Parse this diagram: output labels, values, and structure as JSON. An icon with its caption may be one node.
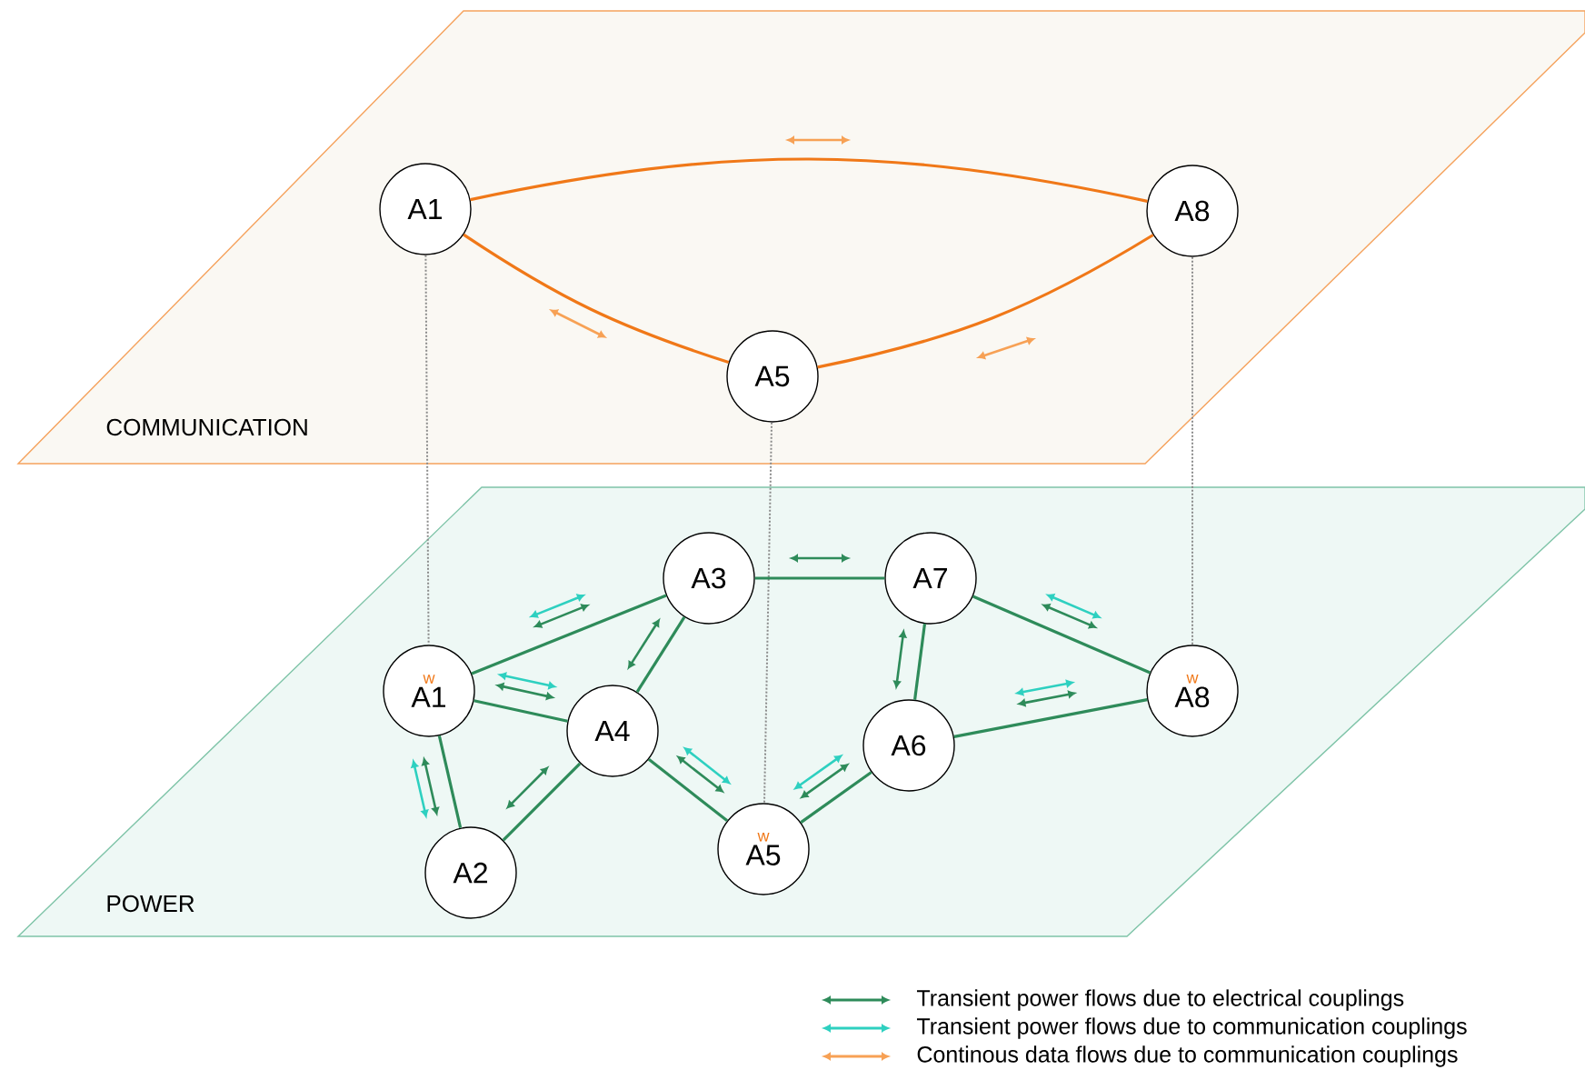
{
  "diagram": {
    "nodes": [
      {
        "text": [
          "COMMUNICATION"
        ]
      },
      {
        "text": [
          "A1"
        ],
        "in": 0
      },
      {
        "text": [
          "A8"
        ],
        "in": 0
      },
      {
        "text": [
          "A5"
        ],
        "in": 0
      },
      {
        "text": [
          "POWER"
        ]
      },
      {
        "text": [
          "A3"
        ],
        "in": 4
      },
      {
        "text": [
          "A7"
        ],
        "in": 4
      },
      {
        "text": [
          "w",
          "A1"
        ],
        "in": 4
      },
      {
        "text": [
          "w",
          "A8"
        ],
        "in": 4
      },
      {
        "text": [
          "A4"
        ],
        "in": 4
      },
      {
        "text": [
          "A6"
        ],
        "in": 4
      },
      {
        "text": [
          "w",
          "A5"
        ],
        "in": 4
      },
      {
        "text": [
          "A2"
        ],
        "in": 4
      }
    ],
    "edges": [
      {
        "from": 1,
        "to": 2,
        "arrow": "none",
        "color": "#f07818"
      },
      {
        "from": 1,
        "to": 3,
        "arrow": "none",
        "color": "#f07818"
      },
      {
        "from": 3,
        "to": 2,
        "arrow": "none",
        "color": "#f07818"
      },
      {
        "from": 1,
        "to": 7,
        "arrow": "none",
        "style": "dashed",
        "color": "#8a8a8a"
      },
      {
        "from": 3,
        "to": 11,
        "arrow": "none",
        "style": "dashed",
        "color": "#8a8a8a"
      },
      {
        "from": 2,
        "to": 8,
        "arrow": "none",
        "style": "dashed",
        "color": "#8a8a8a"
      },
      {
        "from": 7,
        "to": 5,
        "arrow": "none"
      },
      {
        "from": 5,
        "to": 6,
        "arrow": "none"
      },
      {
        "from": 7,
        "to": 9,
        "arrow": "none"
      },
      {
        "from": 5,
        "to": 9,
        "arrow": "none"
      },
      {
        "from": 6,
        "to": 8,
        "arrow": "none"
      },
      {
        "from": 7,
        "to": 12,
        "arrow": "none"
      },
      {
        "from": 9,
        "to": 12,
        "arrow": "none"
      },
      {
        "from": 9,
        "to": 11,
        "arrow": "none"
      },
      {
        "from": 10,
        "to": 11,
        "arrow": "none"
      },
      {
        "from": 6,
        "to": 10,
        "arrow": "none"
      },
      {
        "from": 10,
        "to": 8,
        "arrow": "none"
      }
    ],
    "legend": [
      {
        "text": "Transient power flows due to electrical couplings",
        "color": "#2e8b5a"
      },
      {
        "text": "Transient power flows due to communication couplings",
        "color": "#2ed0c0"
      },
      {
        "text": "Continous data flows due to communication couplings",
        "color": "#f7a155"
      }
    ]
  }
}
